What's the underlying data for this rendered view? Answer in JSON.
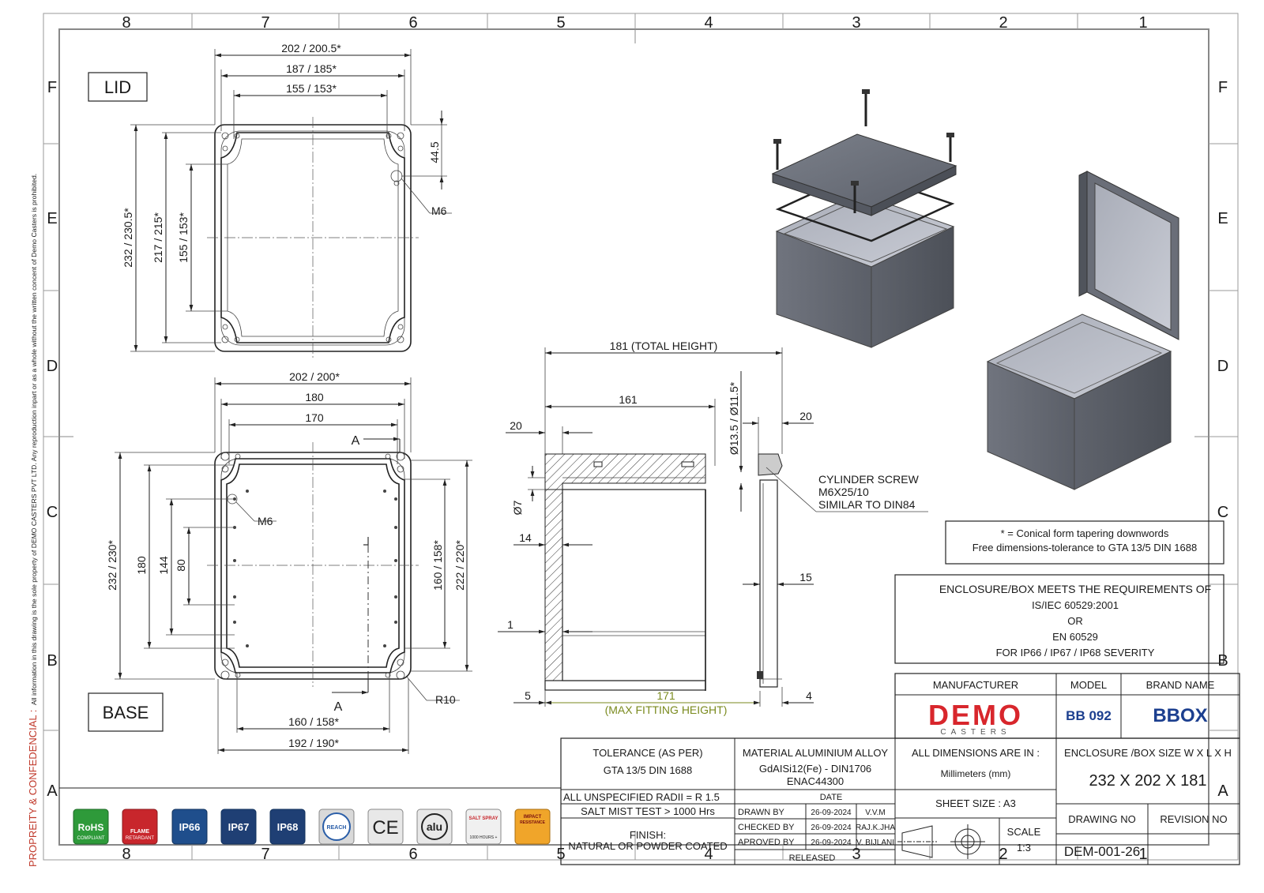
{
  "frame": {
    "columns_top": [
      "8",
      "7",
      "6",
      "5",
      "4",
      "3",
      "2",
      "1"
    ],
    "columns_bottom": [
      "8",
      "7",
      "6",
      "5",
      "4",
      "3",
      "2",
      "1"
    ],
    "rows_left": [
      "F",
      "E",
      "D",
      "C",
      "B",
      "A"
    ],
    "rows_right": [
      "F",
      "E",
      "D",
      "C",
      "B",
      "A"
    ]
  },
  "side_note": {
    "confidential": "PROPREITY & CONFEDENCIAL :",
    "text": "All information in this drawing is the sole property of DEMO CASTERS PVT LTD. Any reproduction inpart or as a whole without the written concent of Demo Casters is prohibited."
  },
  "lid": {
    "label": "LID",
    "dims": {
      "overall_w": "202 / 200.5*",
      "mid_w": "187 / 185*",
      "inner_w": "155 / 153*",
      "overall_h": "232 / 230.5*",
      "mid_h": "217 / 215*",
      "inner_h": "155 / 153*",
      "hole_offset": "44.5",
      "thread": "M6"
    }
  },
  "base": {
    "label": "BASE",
    "dims": {
      "overall_w": "202 / 200*",
      "w180": "180",
      "w170": "170",
      "section_top": "A",
      "section_bottom": "A",
      "thread": "M6",
      "h_outer": "232 / 230*",
      "h180": "180",
      "h144": "144",
      "h80": "80",
      "h_right1": "160 / 158*",
      "h_right2": "222 / 220*",
      "bottom_w1": "160 / 158*",
      "bottom_w2": "192 / 190*",
      "radius": "R10"
    }
  },
  "section": {
    "total_height": "181 (TOTAL HEIGHT)",
    "d161": "161",
    "d20_left": "20",
    "d20_right": "20",
    "bore": "Ø13.5 / Ø11.5*",
    "d7": "Ø7",
    "d14": "14",
    "d15": "15",
    "d1": "1",
    "d5": "5",
    "d4": "4",
    "max_fit_value": "171",
    "max_fit_label": "(MAX FITTING HEIGHT)",
    "screw_note": [
      "CYLINDER SCREW",
      "M6X25/10",
      "SIMILAR TO DIN84"
    ]
  },
  "notes": {
    "conical_note": [
      "* = Conical form tapering downwords",
      "Free dimensions-tolerance to GTA 13/5 DIN 1688"
    ],
    "requirements": [
      "ENCLOSURE/BOX MEETS THE REQUIREMENTS OF",
      "IS/IEC 60529:2001",
      "OR",
      "EN 60529",
      "FOR IP66 / IP67 / IP68 SEVERITY"
    ]
  },
  "title_block": {
    "manufacturer_label": "MANUFACTURER",
    "model_label": "MODEL",
    "brand_label": "BRAND NAME",
    "manufacturer_logo": "DEMO",
    "manufacturer_logo_sub": "CASTERS",
    "model_value": "BB 092",
    "brand_value": "BBOX",
    "tolerance": [
      "TOLERANCE (AS PER)",
      "GTA 13/5 DIN 1688"
    ],
    "material": [
      "MATERIAL ALUMINIUM ALLOY",
      "GdAISi12(Fe) - DIN1706",
      "ENAC44300"
    ],
    "dimensions_unit": [
      "ALL DIMENSIONS ARE IN :",
      "Millimeters (mm)"
    ],
    "size_label": "ENCLOSURE /BOX SIZE W X L X H",
    "size_value": "232 X 202 X 181",
    "radii": "ALL UNSPECIFIED RADII = R 1.5",
    "salt": "SALT MIST TEST > 1000 Hrs",
    "finish": [
      "FINISH:",
      "NATURAL OR POWDER COATED"
    ],
    "date_label": "DATE",
    "drawn": [
      "DRAWN BY",
      "26-09-2024",
      "V.V.M"
    ],
    "checked": [
      "CHECKED BY",
      "26-09-2024",
      "RAJ.K.JHA"
    ],
    "approved": [
      "APROVED BY",
      "26-09-2024",
      "V. BIJLANI"
    ],
    "released": "RELEASED",
    "sheet_size": "SHEET SIZE : A3",
    "scale_label": "SCALE",
    "scale_value": "1:3",
    "drawing_no_label": "DRAWING NO",
    "revision_no_label": "REVISION NO",
    "drawing_no": "DEM-001-26",
    "revision_no": ""
  },
  "badges": [
    {
      "name": "rohs",
      "lines": [
        "RoHS",
        "COMPLIANT"
      ],
      "color": "#2e9a3a"
    },
    {
      "name": "flame",
      "lines": [
        "FLAME",
        "RETARDANT"
      ],
      "color": "#c8262c"
    },
    {
      "name": "ip66",
      "lines": [
        "IP66"
      ],
      "color": "#1f4e8c"
    },
    {
      "name": "ip67",
      "lines": [
        "IP67"
      ],
      "color": "#1f3f74"
    },
    {
      "name": "ip68",
      "lines": [
        "IP68"
      ],
      "color": "#1f3f74"
    },
    {
      "name": "reach",
      "lines": [
        "REACH"
      ],
      "color": "#d9d9d9"
    },
    {
      "name": "ce",
      "lines": [
        "CE"
      ],
      "color": "#e8e8e8"
    },
    {
      "name": "alu",
      "lines": [
        "alu"
      ],
      "color": "#e8e8e8"
    },
    {
      "name": "salt",
      "lines": [
        "SALT SPRAY",
        "1000 HOURS +"
      ],
      "color": "#f0f0f0"
    },
    {
      "name": "impact",
      "lines": [
        "IMPACT",
        "RESISTANCE"
      ],
      "color": "#f0a52a"
    }
  ],
  "colors": {
    "logo_red": "#d8262c",
    "brand_blue": "#1c3f8f",
    "max_fit_green": "#7a8a1e",
    "render_body": "#62666f"
  }
}
